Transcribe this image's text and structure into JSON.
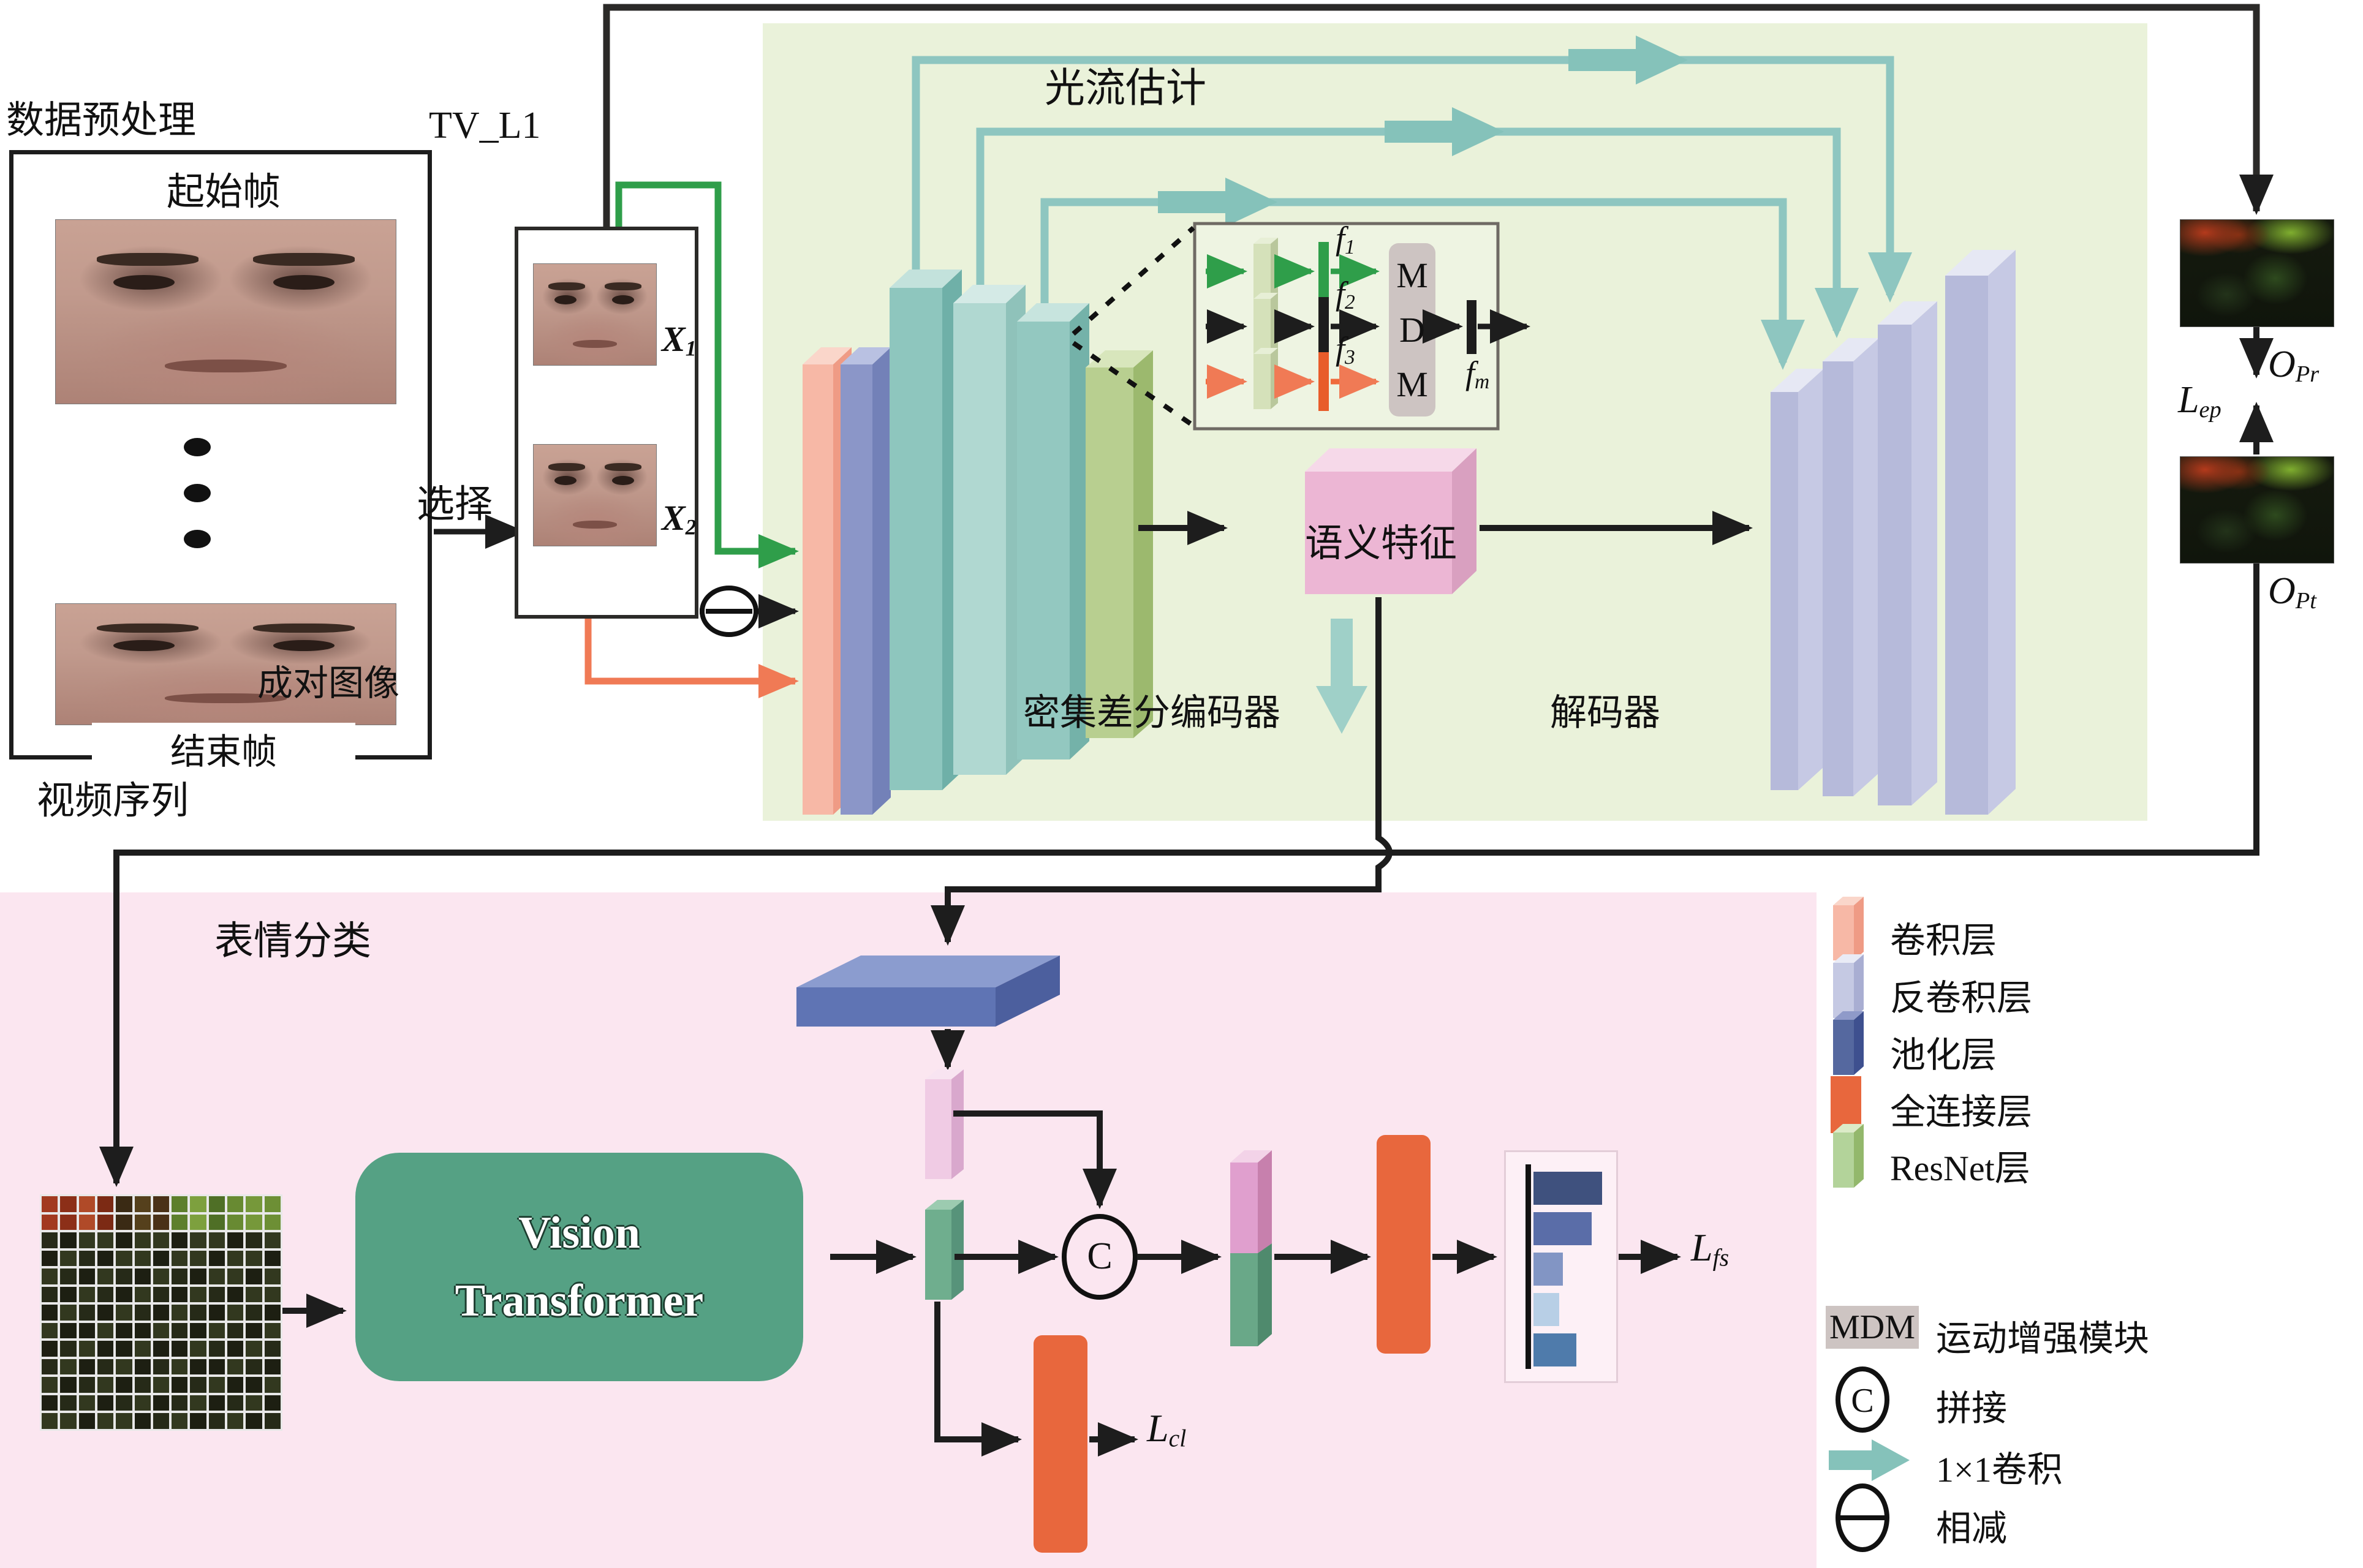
{
  "preprocess": {
    "title": "数据预处理",
    "start_frame": "起始帧",
    "end_frame": "结束帧",
    "video_seq": "视频序列",
    "select": "选择",
    "paired": "成对图像",
    "tvl1": "TV_L1",
    "x1": {
      "base": "X",
      "sub": "1"
    },
    "x2": {
      "base": "X",
      "sub": "2"
    }
  },
  "flow": {
    "title": "光流估计",
    "f1": {
      "base": "f",
      "sub": "1"
    },
    "f2": {
      "base": "f",
      "sub": "2"
    },
    "f3": {
      "base": "f",
      "sub": "3"
    },
    "fm": {
      "base": "f",
      "sub": "m"
    },
    "mdm_l1": "M",
    "mdm_l2": "D",
    "mdm_l3": "M",
    "semantic": "语义特征",
    "encoder_label": "密集差分编码器",
    "decoder_label": "解码器",
    "o_pr": {
      "base": "O",
      "sub": "Pr"
    },
    "o_pt": {
      "base": "O",
      "sub": "Pt"
    },
    "l_ep": {
      "base": "L",
      "sub": "ep"
    }
  },
  "classify": {
    "title": "表情分类",
    "vit_line1": "Vision",
    "vit_line2": "Transformer",
    "concat": "C",
    "l_cl": {
      "base": "L",
      "sub": "cl"
    },
    "l_fs": {
      "base": "L",
      "sub": "fs"
    },
    "score_bars": [
      {
        "len": 112,
        "color": "#3f517e"
      },
      {
        "len": 95,
        "color": "#5a6da8"
      },
      {
        "len": 48,
        "color": "#8295c4"
      },
      {
        "len": 42,
        "color": "#b8cfe6"
      },
      {
        "len": 70,
        "color": "#4f7bab"
      }
    ]
  },
  "legend": {
    "conv": "卷积层",
    "deconv": "反卷积层",
    "pool": "池化层",
    "fc": "全连接层",
    "resnet": "ResNet层",
    "mdm": "MDM",
    "mdm_label": "运动增强模块",
    "concat": "C",
    "concat_label": "拼接",
    "conv11_label": "1×1卷积",
    "sub_label": "相减"
  },
  "colors": {
    "green_panel": "#eaf2da",
    "pink_panel": "#fbe6f0",
    "teal_line": "#8ec6c0",
    "green_arrow": "#2f9e4a",
    "orange_arrow": "#f07a55",
    "fc_orange": "#e8673d",
    "vit_green": "#55a184",
    "semantic_pink": "#ecb6d4"
  }
}
